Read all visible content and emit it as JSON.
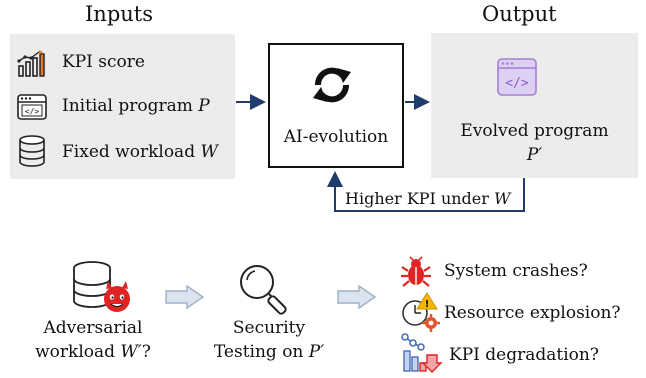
{
  "inputs": {
    "heading": "Inputs",
    "items": [
      {
        "icon": "bar-chart-icon",
        "label": "KPI score",
        "var": ""
      },
      {
        "icon": "code-window-icon",
        "label": "Initial program ",
        "var": "P"
      },
      {
        "icon": "database-icon",
        "label": "Fixed workload ",
        "var": "W"
      }
    ]
  },
  "output": {
    "heading": "Output",
    "line1": "Evolved program",
    "line2": "P′"
  },
  "center": {
    "label": "AI-evolution",
    "icon": "refresh-cycle-icon"
  },
  "feedback": {
    "label": "Higher KPI under ",
    "var": "W"
  },
  "bottom": {
    "adversarial": {
      "line1": "Adversarial",
      "line2": "workload ",
      "var": "W′",
      "suffix": "?"
    },
    "security": {
      "line1": "Security",
      "line2": "Testing on ",
      "var": "P′"
    },
    "risks": [
      {
        "icon": "bug-icon",
        "label": "System crashes?"
      },
      {
        "icon": "clock-warning-gear-icon",
        "label": "Resource explosion?"
      },
      {
        "icon": "kpi-degradation-chart-icon",
        "label": "KPI degradation?"
      }
    ]
  },
  "colors": {
    "panel": "#ececec",
    "arrow": "#1f3d6b",
    "purple": "#a47fd8",
    "red": "#e02424",
    "blue_arrow": "#b7c6db"
  }
}
